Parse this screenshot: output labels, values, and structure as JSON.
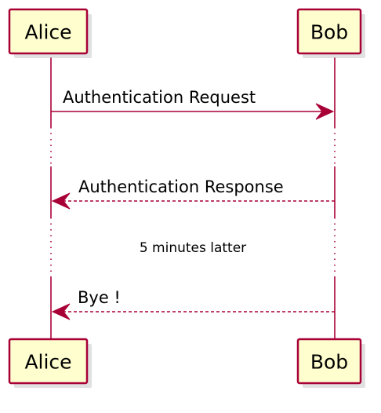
{
  "diagram": {
    "participants": {
      "alice": "Alice",
      "bob": "Bob"
    },
    "messages": [
      {
        "text": "Authentication Request",
        "from": "Alice",
        "to": "Bob",
        "style": "solid"
      },
      {
        "text": "Authentication Response",
        "from": "Bob",
        "to": "Alice",
        "style": "dashed"
      },
      {
        "text": "Bye !",
        "from": "Bob",
        "to": "Alice",
        "style": "dashed"
      }
    ],
    "delay_text": "5 minutes latter"
  },
  "colors": {
    "participant_fill": "#FEFECE",
    "border": "#A80036",
    "text": "#000000",
    "background": "#FFFFFF"
  }
}
